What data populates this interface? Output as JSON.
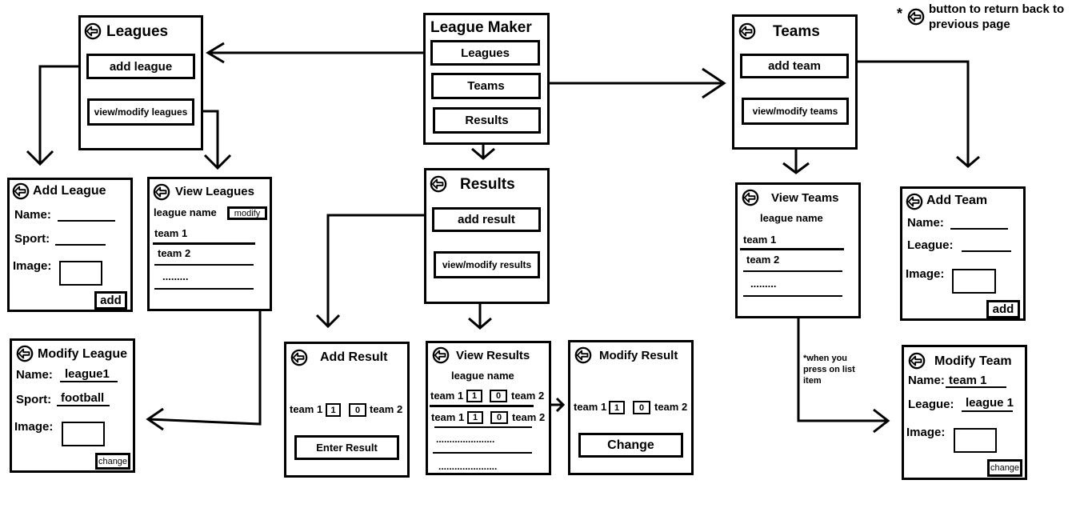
{
  "note": {
    "star": "*",
    "text1": "button to return back to",
    "text2": "previous page",
    "icon": "back-arrow-icon"
  },
  "main": {
    "title": "League Maker",
    "leagues_label": "Leagues",
    "teams_label": "Teams",
    "results_label": "Results"
  },
  "leagues": {
    "title": "Leagues",
    "add_label": "add league",
    "view_label": "view/modify leagues"
  },
  "add_league": {
    "title": "Add League",
    "name_label": "Name:",
    "sport_label": "Sport:",
    "image_label": "Image:",
    "add_label": "add"
  },
  "view_leagues": {
    "title": "View Leagues",
    "header": "league name",
    "modify_label": "modify",
    "items": [
      "team 1",
      "team 2",
      "........."
    ]
  },
  "modify_league": {
    "title": "Modify League",
    "name_label": "Name:",
    "name_value": "league1",
    "sport_label": "Sport:",
    "sport_value": "football",
    "image_label": "Image:",
    "change_label": "change"
  },
  "results": {
    "title": "Results",
    "add_label": "add result",
    "view_label": "view/modify results"
  },
  "add_result": {
    "title": "Add Result",
    "team1": "team 1",
    "score1": "1",
    "score2": "0",
    "team2": "team 2",
    "enter_label": "Enter Result"
  },
  "view_results": {
    "title": "View Results",
    "header": "league name",
    "rows": [
      {
        "team1": "team 1",
        "s1": "1",
        "s2": "0",
        "team2": "team 2"
      },
      {
        "team1": "team 1",
        "s1": "1",
        "s2": "0",
        "team2": "team 2"
      }
    ],
    "dots1": "......................",
    "dots2": "......................"
  },
  "modify_result": {
    "title": "Modify Result",
    "team1": "team 1",
    "score1": "1",
    "score2": "0",
    "team2": "team 2",
    "change_label": "Change"
  },
  "teams": {
    "title": "Teams",
    "add_label": "add team",
    "view_label": "view/modify teams"
  },
  "view_teams": {
    "title": "View Teams",
    "header": "league name",
    "items": [
      "team 1",
      "team 2",
      "........."
    ],
    "note1": "*when you",
    "note2": "press on list",
    "note3": "item"
  },
  "add_team": {
    "title": "Add Team",
    "name_label": "Name:",
    "league_label": "League:",
    "image_label": "Image:",
    "add_label": "add"
  },
  "modify_team": {
    "title": "Modify Team",
    "name_label": "Name:",
    "name_value": "team 1",
    "league_label": "League:",
    "league_value": "league 1",
    "image_label": "Image:",
    "change_label": "change"
  }
}
